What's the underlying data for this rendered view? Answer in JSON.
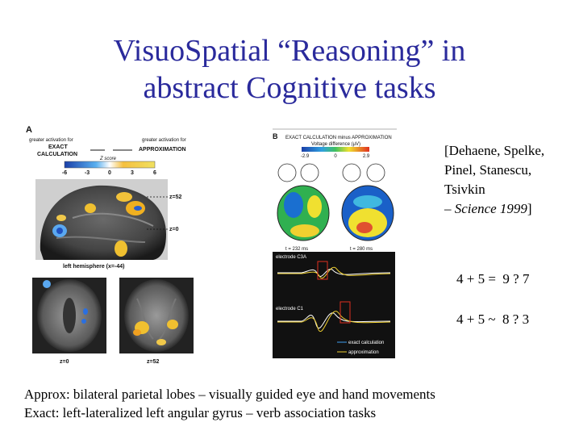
{
  "slide": {
    "title_line1": "VisuoSpatial “Reasoning” in",
    "title_line2": "abstract Cognitive tasks",
    "citation": {
      "line1": "[Dehaene, Spelke,",
      "line2": "Pinel, Stanescu,",
      "line3": "Tsivkin",
      "dash": "– ",
      "journal": "Science 1999",
      "close": "]"
    },
    "equation_exact": "4 + 5 =  9 ? 7",
    "equation_approx": "4 + 5 ~  8 ? 3",
    "bottom_line1": "Approx: bilateral parietal lobes – visually guided eye and hand movements",
    "bottom_line2": "Exact: left-lateralized left angular gyrus – verb association tasks"
  },
  "figure_a": {
    "label": "A",
    "left_label_1": "greater activation for",
    "left_label_2": "EXACT",
    "left_label_3": "CALCULATION",
    "right_label_1": "greater activation for",
    "right_label_2": "APPROXIMATION",
    "scale_name": "Z score",
    "scale_ticks": [
      "-6",
      "-3",
      "0",
      "3",
      "6"
    ],
    "z52": "z=52",
    "z0": "z=0",
    "hemisphere": "left hemisphere (x=-44)",
    "axial_left": "z=0",
    "axial_right": "z=52"
  },
  "figure_b": {
    "label": "B",
    "header": "EXACT CALCULATION minus APPROXIMATION",
    "subheader": "Voltage difference (µV)",
    "scale_ticks": [
      "-2.9",
      "0",
      "2.9"
    ],
    "time_left": "t = 232 ms",
    "time_right": "t = 280 ms",
    "electrode1": "electrode C3A",
    "electrode2": "electrode C1",
    "legend_exact": "exact calculation",
    "legend_approx": "approximation"
  }
}
